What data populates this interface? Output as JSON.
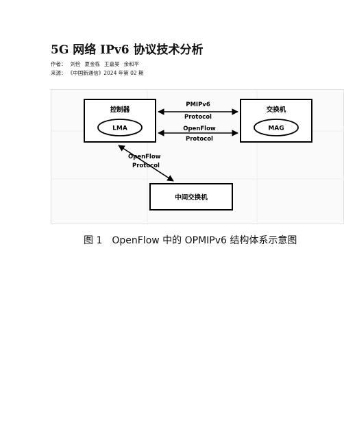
{
  "paper": {
    "title": "5G 网络 IPv6 协议技术分析",
    "authors_label": "作者：",
    "authors": [
      "刘俭",
      "夏金栋",
      "王嘉昊",
      "余和平"
    ],
    "source_label": "来源：",
    "source": "《中国新通信》2024 年第 02 期"
  },
  "figure": {
    "controller": "控制器",
    "lma": "LMA",
    "switch": "交换机",
    "mag": "MAG",
    "middle_switch": "中间交换机",
    "pmip_line1": "PMIPv6",
    "pmip_line2": "Protocol",
    "of_top_line1": "OpenFlow",
    "of_top_line2": "Protocol",
    "of_side_line1": "OpenFlow",
    "of_side_line2": "Protocol",
    "caption_number": "图 1",
    "caption_text": "OpenFlow 中的 OPMIPv6 结构体系示意图"
  }
}
